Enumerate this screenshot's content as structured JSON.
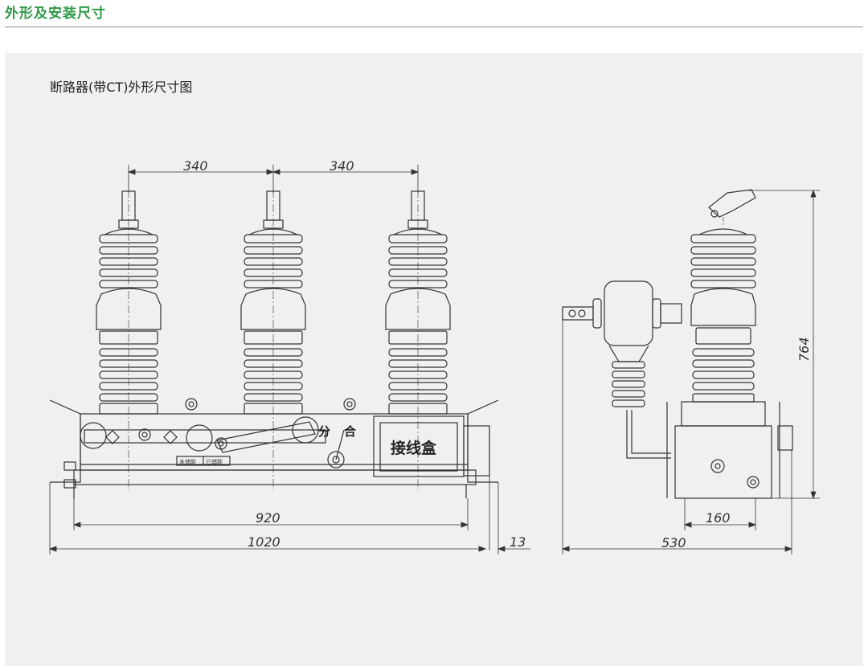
{
  "header": {
    "title": "外形及安装尺寸"
  },
  "caption": "断路器(带CT)外形尺寸图",
  "labels": {
    "fenhe_fen": "分",
    "fenhe_he": "合",
    "junction_box": "接线盒",
    "weichuneng": "未储能",
    "yichuneng": "已储能"
  },
  "dimensions": {
    "pitch_left": "340",
    "pitch_right": "340",
    "base_width": "920",
    "total_width": "1020",
    "offset": "13",
    "side_height": "764",
    "side_mount": "160",
    "side_depth": "530"
  },
  "colors": {
    "header": "#2e9a46",
    "panel": "#f0f0f0",
    "line": "#333333"
  }
}
